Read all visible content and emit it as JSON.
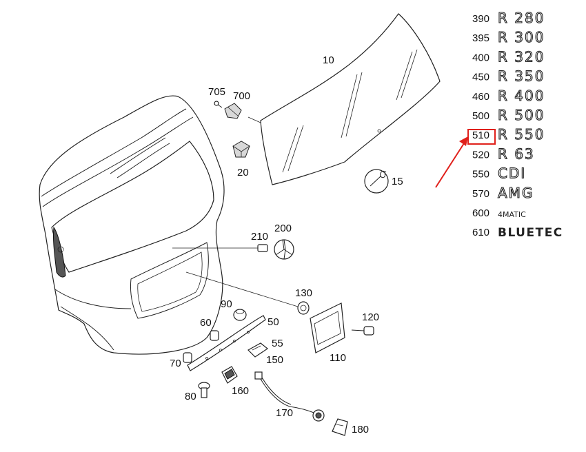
{
  "callouts": {
    "p10": "10",
    "p15": "15",
    "p20": "20",
    "p50": "50",
    "p55": "55",
    "p60": "60",
    "p70": "70",
    "p80": "80",
    "p90": "90",
    "p110": "110",
    "p120": "120",
    "p130": "130",
    "p150": "150",
    "p160": "160",
    "p170": "170",
    "p180": "180",
    "p200": "200",
    "p210": "210",
    "p700": "700",
    "p705": "705"
  },
  "badges": [
    {
      "num": "390",
      "label": "R 280"
    },
    {
      "num": "395",
      "label": "R 300"
    },
    {
      "num": "400",
      "label": "R 320"
    },
    {
      "num": "450",
      "label": "R 350"
    },
    {
      "num": "460",
      "label": "R 400"
    },
    {
      "num": "500",
      "label": "R 500"
    },
    {
      "num": "510",
      "label": "R 550"
    },
    {
      "num": "520",
      "label": "R 63"
    },
    {
      "num": "550",
      "label": "CDI"
    },
    {
      "num": "570",
      "label": "AMG"
    },
    {
      "num": "600",
      "label": "4MATIC"
    },
    {
      "num": "610",
      "label": "BLUETEC"
    }
  ],
  "highlight": {
    "color": "#e0201b",
    "target": "510"
  }
}
